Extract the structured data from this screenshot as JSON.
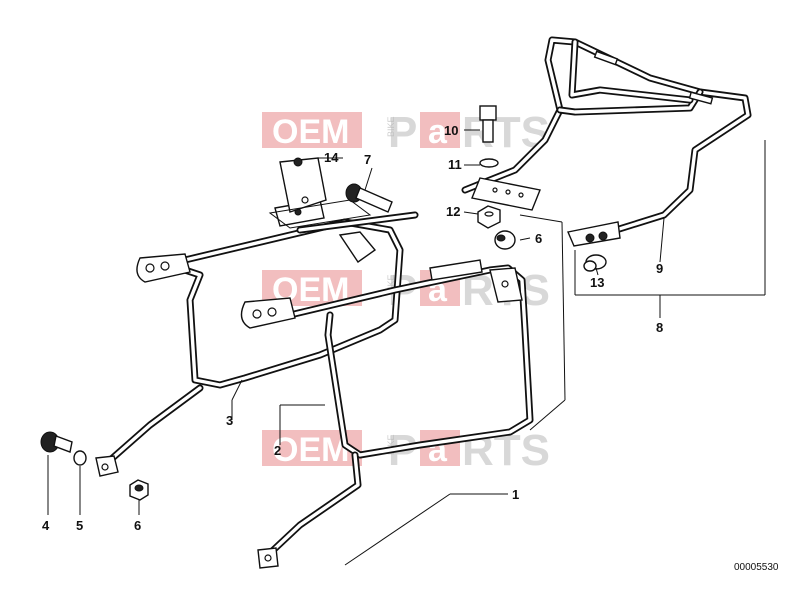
{
  "watermark": {
    "oem": "OEM",
    "bike": "BIKE",
    "parts_left": "P",
    "parts_mid": "a",
    "parts_right": "RTS",
    "box_color": "#e8898b"
  },
  "callouts": [
    {
      "id": "c1",
      "label": "1"
    },
    {
      "id": "c2",
      "label": "2"
    },
    {
      "id": "c3",
      "label": "3"
    },
    {
      "id": "c4",
      "label": "4"
    },
    {
      "id": "c5",
      "label": "5"
    },
    {
      "id": "c6a",
      "label": "6"
    },
    {
      "id": "c6b",
      "label": "6"
    },
    {
      "id": "c7",
      "label": "7"
    },
    {
      "id": "c8",
      "label": "8"
    },
    {
      "id": "c9",
      "label": "9"
    },
    {
      "id": "c10",
      "label": "10"
    },
    {
      "id": "c11",
      "label": "11"
    },
    {
      "id": "c12",
      "label": "12"
    },
    {
      "id": "c13",
      "label": "13"
    },
    {
      "id": "c14",
      "label": "14"
    }
  ],
  "reference_id": "00005530"
}
